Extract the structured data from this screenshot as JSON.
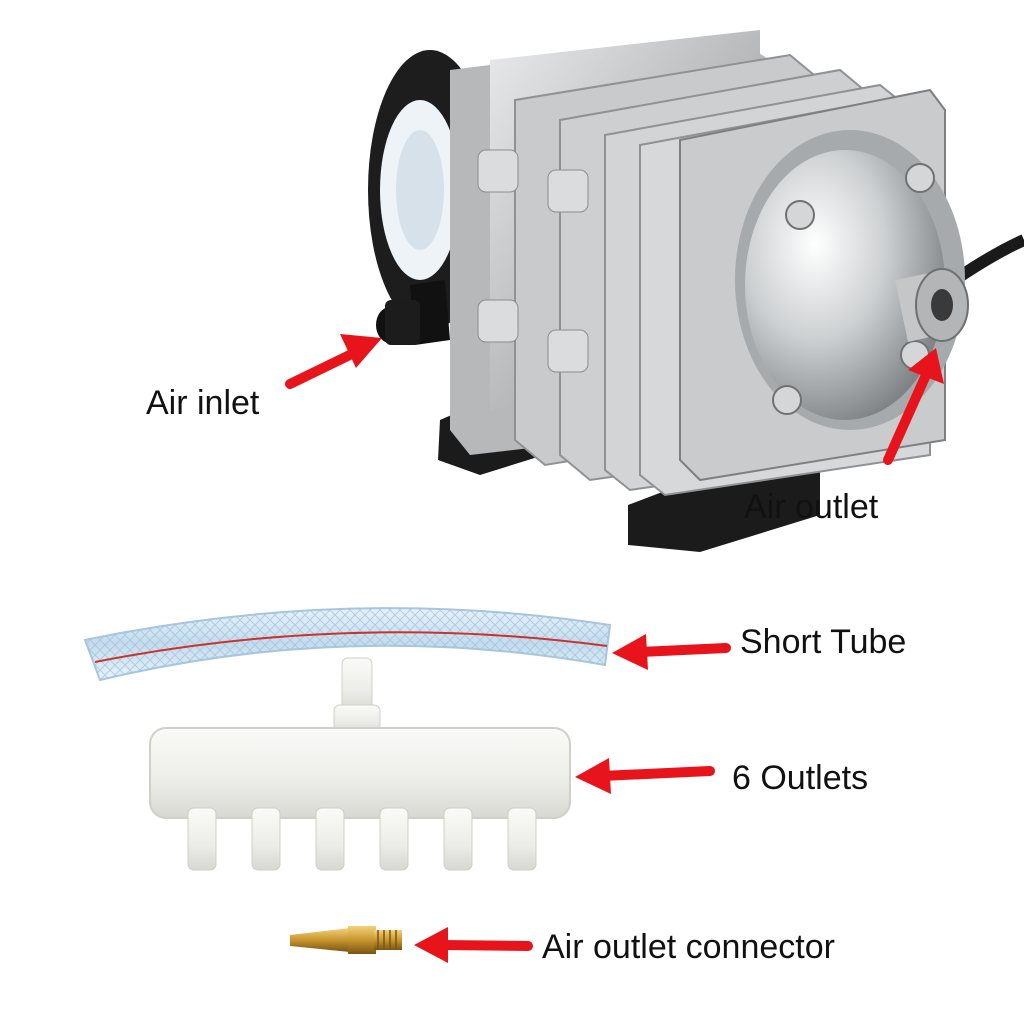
{
  "labels": {
    "air_inlet": "Air inlet",
    "air_outlet": "Air outlet",
    "short_tube": "Short Tube",
    "six_outlets": "6 Outlets",
    "air_outlet_connector": "Air outlet connector"
  },
  "colors": {
    "arrow": "#e8141b",
    "aluminum": "#c9cbcd",
    "rubber": "#1b1b1b",
    "tube": "#cfe4f4",
    "manifold": "#f0f0ee",
    "brass": "#c8962e"
  },
  "icons": {
    "pump": "air-compressor-pump",
    "tube": "braided-hose",
    "manifold": "six-way-manifold",
    "connector": "brass-fitting"
  }
}
